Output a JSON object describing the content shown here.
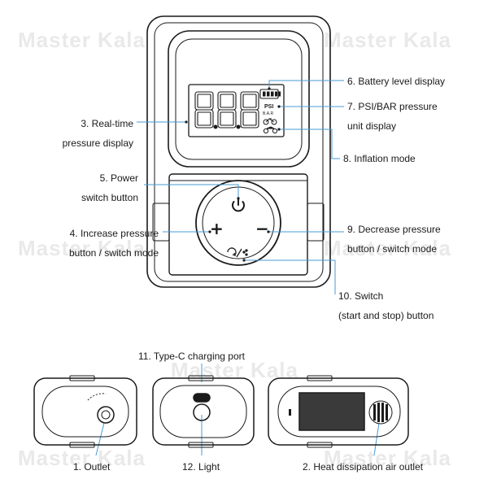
{
  "watermark": "Master Kala",
  "digits": "8.8.8",
  "psi_unit": "PSI",
  "bar_unit": "B.A.R",
  "labels": {
    "l1": "1. Outlet",
    "l2": "2. Heat dissipation air outlet",
    "l3a": "3. Real-time",
    "l3b": "pressure display",
    "l4a": "4. Increase pressure",
    "l4b": "button / switch mode",
    "l5a": "5. Power",
    "l5b": "switch button",
    "l6": "6. Battery level display",
    "l7a": "7. PSI/BAR pressure",
    "l7b": "unit display",
    "l8": "8. Inflation mode",
    "l9a": "9. Decrease pressure",
    "l9b": "button / switch mode",
    "l10a": "10. Switch",
    "l10b": "(start and stop) button",
    "l11": "11. Type-C charging port",
    "l12": "12. Light"
  },
  "buttons": {
    "plus": "+",
    "minus": "−"
  },
  "colors": {
    "line": "#1a1a1a",
    "accent": "#4a9bd6",
    "watermark": "#e9e9e9"
  }
}
